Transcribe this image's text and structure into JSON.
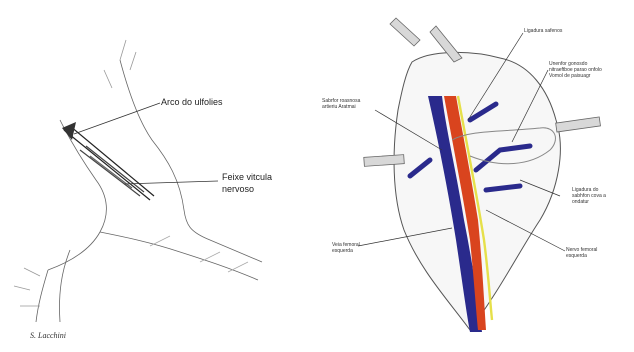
{
  "left_illustration": {
    "label_1": "Arco do ulfolies",
    "label_2_line1": "Feixe vitcula",
    "label_2_line2": "nervoso"
  },
  "right_illustration": {
    "label_top": "Ligadura safenos",
    "label_left_1": "Sabrfor roasnosa",
    "label_left_2": "artieriu Aratmai",
    "label_right_1_l1": "Unenfor gonosdo",
    "label_right_1_l2": "nitraeftboe parao onfolo",
    "label_right_1_l3": "Vomol de paisuagr",
    "label_right_2_l1": "Ligadura do",
    "label_right_2_l2": "sabhfon cova a",
    "label_right_2_l3": "ondatur",
    "label_bottom_left_l1": "Veia femoral",
    "label_bottom_left_l2": "esquerda",
    "label_bottom_right_l1": "Nervo femoral",
    "label_bottom_right_l2": "esquerda"
  },
  "signature": "S. Lacchini",
  "colors": {
    "vein": "#2a2a8c",
    "artery": "#d9441e",
    "nerve": "#e6e04a",
    "lines": "#555555"
  }
}
